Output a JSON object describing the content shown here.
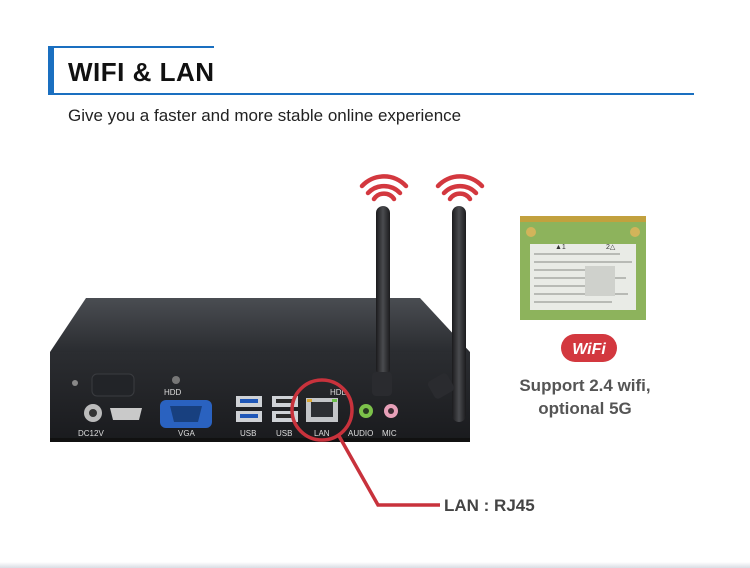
{
  "header": {
    "title": "WIFI & LAN",
    "subtitle": "Give you a faster and more stable online experience"
  },
  "device": {
    "ports": {
      "dc": "DC12V",
      "vga": "VGA",
      "usb1": "USB",
      "usb2": "USB",
      "lan": "LAN",
      "hdd": "HDD",
      "hdd2": "HDD",
      "audio": "AUDIO",
      "mic": "MIC"
    }
  },
  "wifi_card": {
    "ant1": "▲1",
    "ant2": "2△"
  },
  "wifi_badge": {
    "text": "WiFi"
  },
  "wifi_support": {
    "line1": "Support 2.4 wifi,",
    "line2": "optional 5G"
  },
  "lan_callout": {
    "label": "LAN : RJ45"
  },
  "colors": {
    "accent": "#1a6fc0",
    "callout": "#c8323c",
    "card_green": "#7aa84a"
  }
}
